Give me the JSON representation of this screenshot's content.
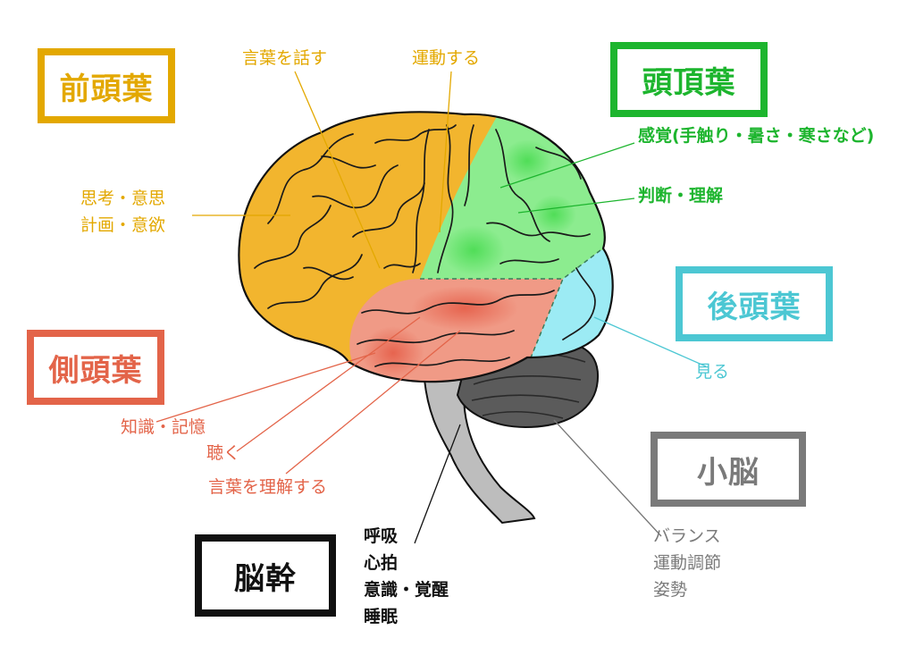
{
  "colors": {
    "frontal": "#E3A800",
    "parietal": "#1DB52E",
    "occipital": "#4CC7D3",
    "temporal": "#E36449",
    "cerebellum": "#7A7A7A",
    "brainstem": "#111111",
    "frontal_fill": "#F2B52E",
    "parietal_fill": "#8CEC8F",
    "occipital_fill": "#9CEBF4",
    "temporal_fill": "#F09A86",
    "cerebellum_fill": "#5B5B5B",
    "stem_fill": "#BDBDBD"
  },
  "lobes": {
    "frontal": {
      "name": "前頭葉",
      "functions": [
        "言葉を話す",
        "運動する",
        "思考・意思",
        "計画・意欲"
      ]
    },
    "parietal": {
      "name": "頭頂葉",
      "functions": [
        "感覚(手触り・暑さ・寒さなど)",
        "判断・理解"
      ]
    },
    "occipital": {
      "name": "後頭葉",
      "functions": [
        "見る"
      ]
    },
    "temporal": {
      "name": "側頭葉",
      "functions": [
        "知識・記憶",
        "聴く",
        "言葉を理解する"
      ]
    },
    "cerebellum": {
      "name": "小脳",
      "functions": [
        "バランス",
        "運動調節",
        "姿勢"
      ]
    },
    "brainstem": {
      "name": "脳幹",
      "functions": [
        "呼吸",
        "心拍",
        "意識・覚醒",
        "睡眠"
      ]
    }
  }
}
